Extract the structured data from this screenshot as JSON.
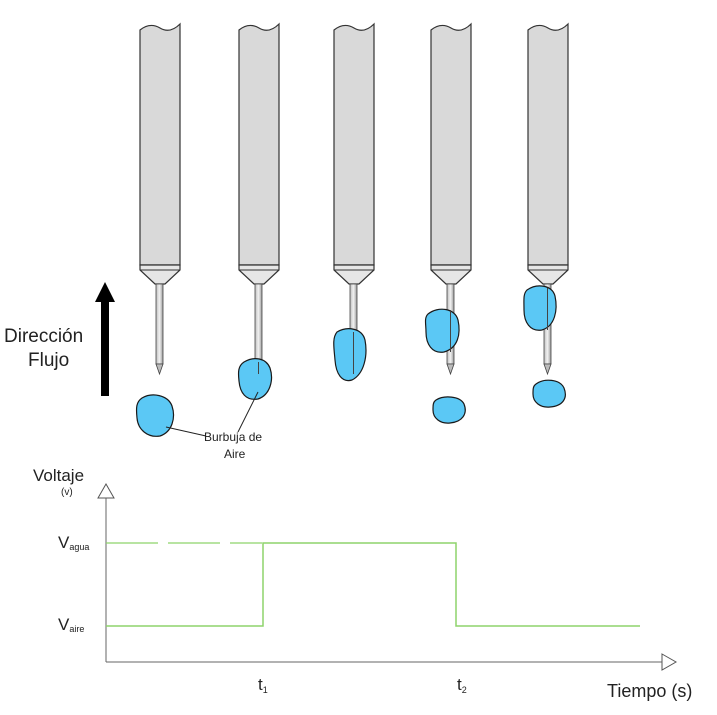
{
  "flow_label": {
    "line1": "Dirección",
    "line2": "Flujo"
  },
  "bubble_label": {
    "line1": "Burbuja de",
    "line2": "Aire"
  },
  "graph": {
    "y_axis_title": "Voltaje",
    "y_axis_unit": "(v)",
    "x_axis_title": "Tiempo (s)",
    "v_water": {
      "main": "V",
      "sub": "agua"
    },
    "v_air": {
      "main": "V",
      "sub": "aire"
    },
    "t1": {
      "main": "t",
      "sub": "1"
    },
    "t2": {
      "main": "t",
      "sub": "2"
    }
  },
  "colors": {
    "bubble_fill": "#5bc8f5",
    "signal_line": "#8ed36b",
    "probe_body": "#d9d9d9",
    "arrow": "#000000"
  }
}
